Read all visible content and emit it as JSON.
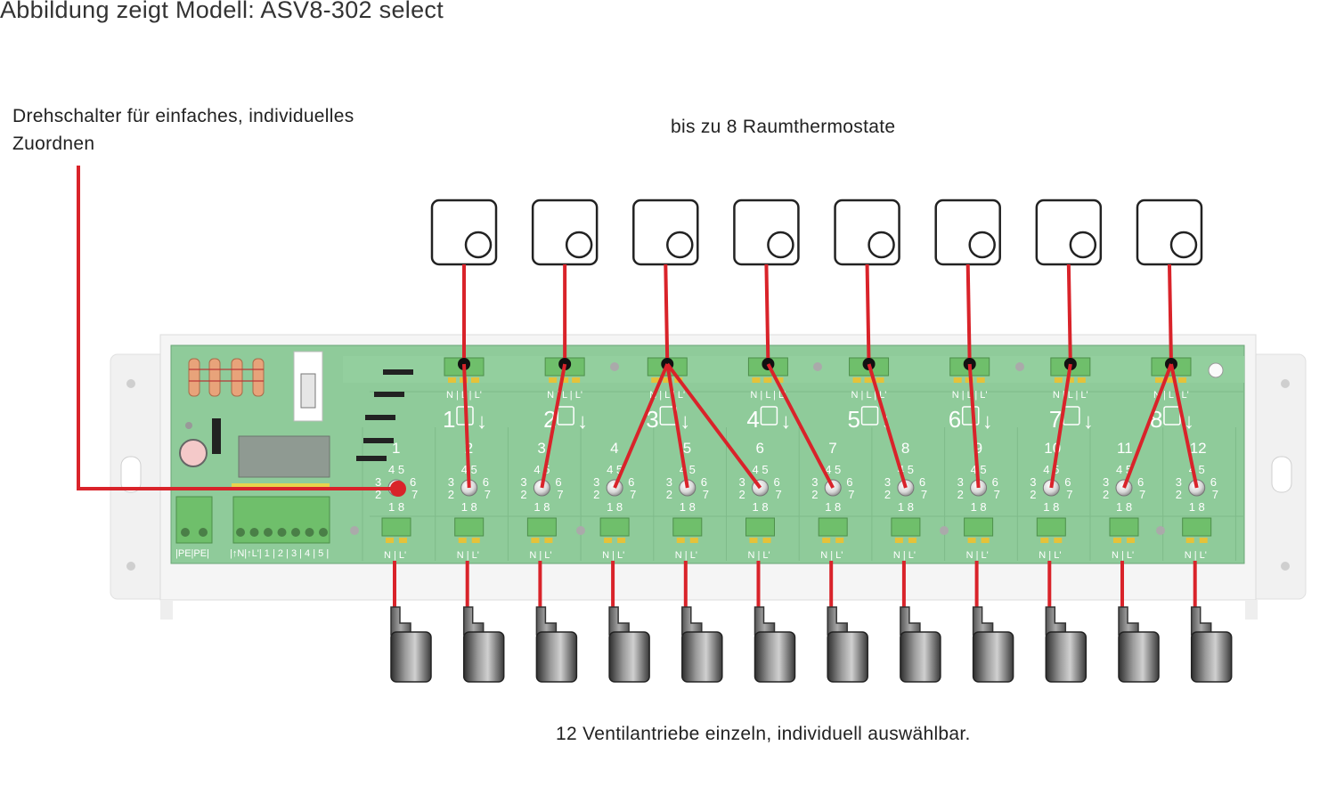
{
  "title": "Abbildung zeigt Modell: ASV8-302 select",
  "callout": {
    "line1": "Drehschalter für einfaches, individuelles",
    "line2": "Zuordnen"
  },
  "thermostats_label": "bis zu 8 Raumthermostate",
  "valves_label": "12 Ventilantriebe einzeln, individuell auswählbar.",
  "board": {
    "zone_numbers": [
      "1",
      "2",
      "3",
      "4",
      "5",
      "6",
      "7",
      "8"
    ],
    "channel_numbers": [
      "1",
      "2",
      "3",
      "4",
      "5",
      "6",
      "7",
      "8",
      "9",
      "10",
      "11",
      "12"
    ],
    "thermostat_terminal_label": "N | L | L'",
    "valve_terminal_label": "N | L'",
    "pe_terminal_label": "|PE|PE|",
    "input_terminal_label": "|↑N|↑L'| 1 | 2 | 3 | 4 | 5 |",
    "dial_numbers": {
      "top": "4 5",
      "mid_left": "3",
      "mid_right": "6",
      "low_left": "2",
      "low_right": "7",
      "bottom": "1  8"
    }
  },
  "wiring": [
    {
      "thermostat": 1,
      "channel": 2
    },
    {
      "thermostat": 2,
      "channel": 3
    },
    {
      "thermostat": 3,
      "channel": 4
    },
    {
      "thermostat": 3,
      "channel": 5
    },
    {
      "thermostat": 3,
      "channel": 6
    },
    {
      "thermostat": 4,
      "channel": 7
    },
    {
      "thermostat": 5,
      "channel": 8
    },
    {
      "thermostat": 6,
      "channel": 9
    },
    {
      "thermostat": 7,
      "channel": 10
    },
    {
      "thermostat": 8,
      "channel": 11
    },
    {
      "thermostat": 8,
      "channel": 12
    }
  ],
  "colors": {
    "wire": "#d9232a",
    "board": "#8fcb9a",
    "terminal": "#6fbf6b",
    "housing": "#f2f2f2",
    "thermostat_outline": "#222222"
  }
}
